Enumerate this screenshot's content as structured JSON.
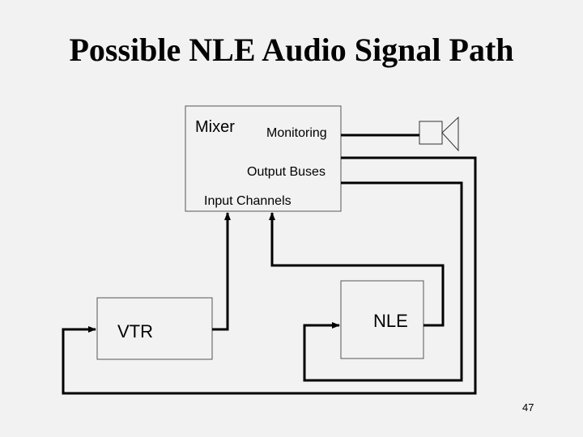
{
  "slide": {
    "title": "Possible NLE Audio Signal Path",
    "page_number": "47"
  },
  "diagram": {
    "mixer_label": "Mixer",
    "monitoring_label": "Monitoring",
    "output_buses_label": "Output Buses",
    "input_channels_label": "Input Channels",
    "vtr_label": "VTR",
    "nle_label": "NLE"
  },
  "colors": {
    "background": "#f2f2f2",
    "line": "#000000",
    "box_fill": "#f2f2f2"
  },
  "icons": [
    "speaker-icon"
  ]
}
